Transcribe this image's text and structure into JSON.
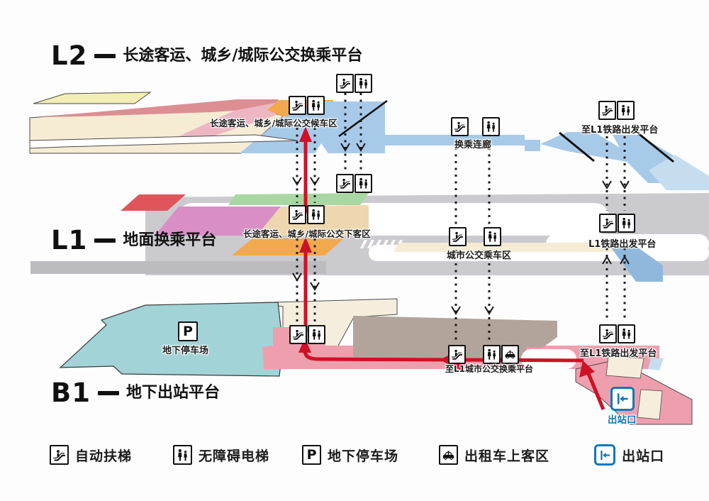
{
  "levels": [
    {
      "id": "L2",
      "name": "长途客运、城乡/城际公交换乘平台"
    },
    {
      "id": "L1",
      "name": "地面换乘平台"
    },
    {
      "id": "B1",
      "name": "地下出站平台"
    }
  ],
  "labels": {
    "l2_waiting": "长途客运、城乡/城际公交候车区",
    "l2_corridor": "换乘连廊",
    "l2_to_rail": "至L1铁路出发平台",
    "l1_dropoff": "长途客运、城乡/城际公交下客区",
    "l1_city_bus": "城市公交乘车区",
    "l1_rail": "L1铁路出发平台",
    "b1_parking": "地下停车场",
    "b1_to_citybus": "至L1城市公交换乘平台",
    "b1_to_rail": "至L1铁路出发平台",
    "b1_exit": "出站口"
  },
  "icons": {
    "parking_letter": "P"
  },
  "legend": {
    "items": [
      {
        "icon": "escalator-icon",
        "label": "自动扶梯"
      },
      {
        "icon": "elevator-icon",
        "label": "无障碍电梯"
      },
      {
        "icon": "parking-icon",
        "label": "地下停车场"
      },
      {
        "icon": "taxi-icon",
        "label": "出租车上客区"
      },
      {
        "icon": "exit-icon",
        "label": "出站口"
      }
    ]
  },
  "colors": {
    "cream": "#f6ecd4",
    "salmon": "#dd8e93",
    "yellow": "#f3eeb6",
    "pink": "#ecb7c3",
    "orange": "#f2a94e",
    "light_blue": "#a8cae9",
    "road_gray": "#cbcbcf",
    "green": "#a9d7a1",
    "magenta": "#d98fc6",
    "tan": "#eed7ae",
    "l1_red": "#e0555b",
    "teal": "#a2d3d7",
    "taupe": "#b3a49b",
    "b1_pink": "#ee9fad",
    "arrow_red": "#cf1125",
    "exit_blue": "#1277b9"
  }
}
